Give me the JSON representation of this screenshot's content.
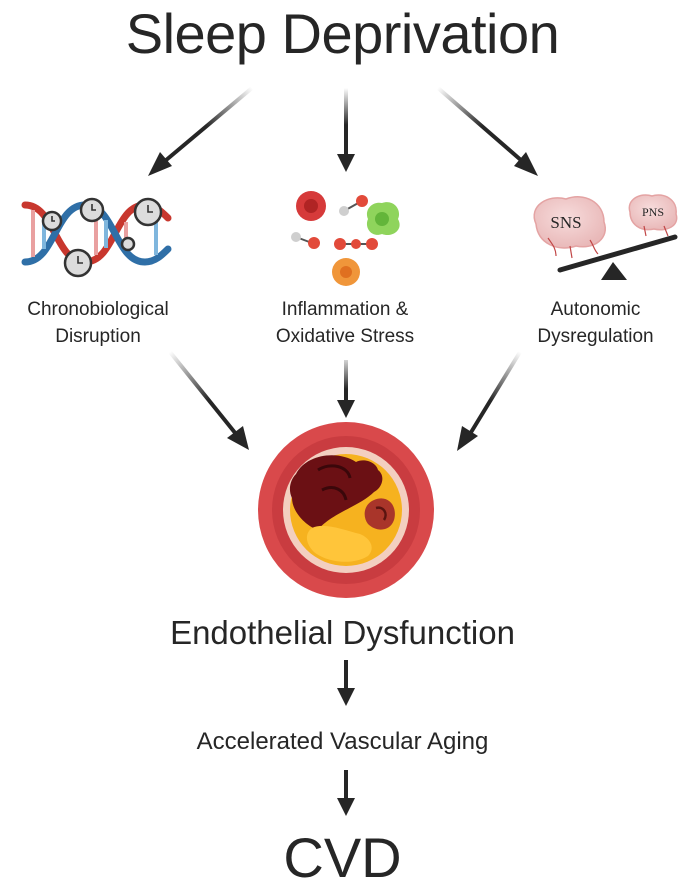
{
  "title": "Sleep Deprivation",
  "mechanisms": [
    {
      "line1": "Chronobiological",
      "line2": "Disruption",
      "icon": "dna-clock-icon"
    },
    {
      "line1": "Inflammation &",
      "line2": "Oxidative Stress",
      "icon": "cells-molecules-icon"
    },
    {
      "line1": "Autonomic",
      "line2": "Dysregulation",
      "icon": "brain-balance-icon"
    }
  ],
  "balance": {
    "left_label": "SNS",
    "right_label": "PNS"
  },
  "convergence": "Endothelial Dysfunction",
  "step2": "Accelerated Vascular Aging",
  "outcome": "CVD",
  "colors": {
    "text": "#262626",
    "arrow": "#262626",
    "vessel_outer": "#d9494b",
    "plaque": "#f6b21f",
    "thrombus": "#6b1014"
  }
}
